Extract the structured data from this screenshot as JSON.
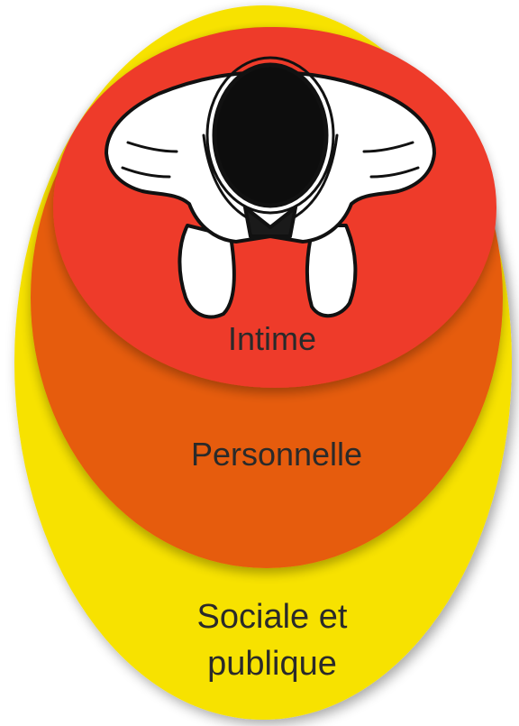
{
  "zones": {
    "intimate": {
      "label": "Intime",
      "color": "#ee3a2a"
    },
    "personal": {
      "label": "Personnelle",
      "color": "#e65c10"
    },
    "social": {
      "label_line1": "Sociale et",
      "label_line2": "publique",
      "color": "#f7e200"
    }
  }
}
